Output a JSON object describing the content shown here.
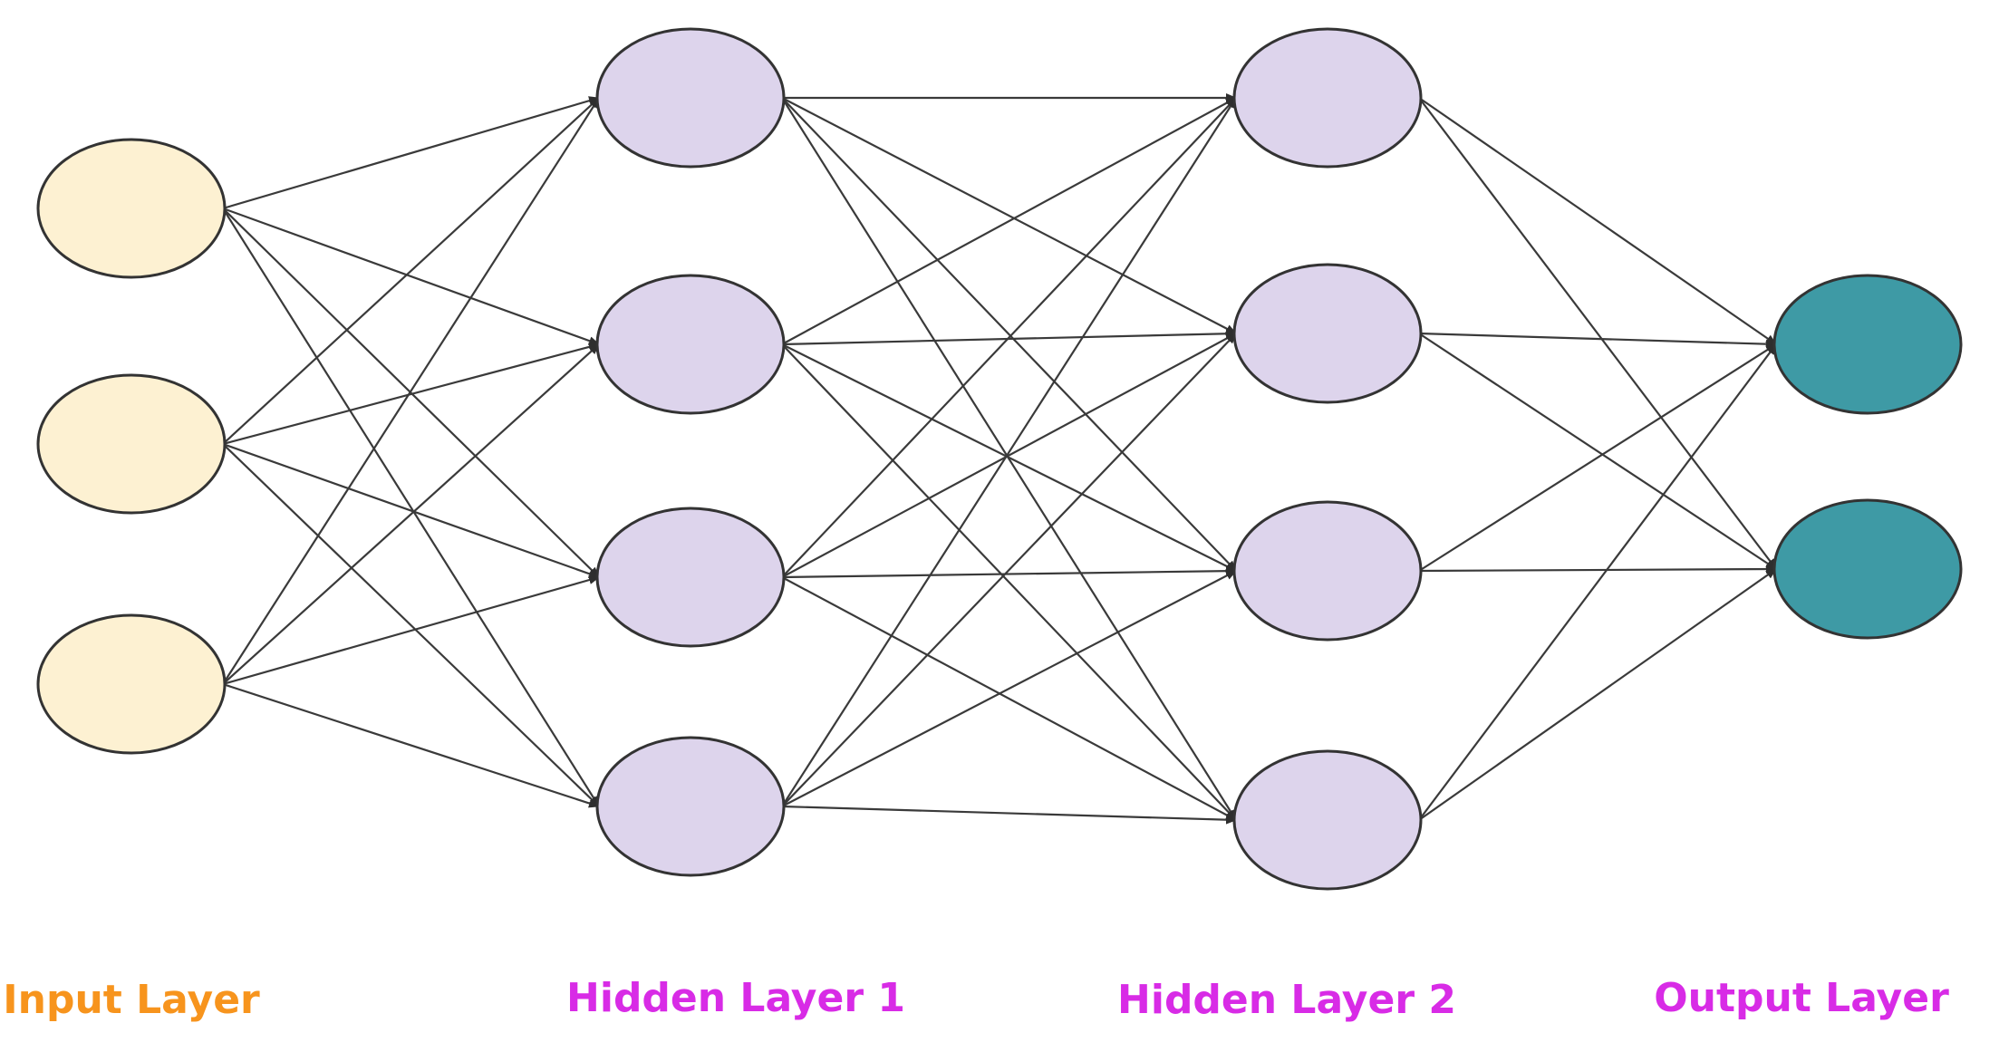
{
  "network": {
    "layers": [
      {
        "id": "input",
        "label": "Input Layer",
        "nodes": 3,
        "fill": "#fdf1d2",
        "label_color": "#f7941d"
      },
      {
        "id": "hidden1",
        "label": "Hidden Layer 1",
        "nodes": 4,
        "fill": "#ddd4ec",
        "label_color": "#d82be6"
      },
      {
        "id": "hidden2",
        "label": "Hidden Layer 2",
        "nodes": 4,
        "fill": "#ddd4ec",
        "label_color": "#d82be6"
      },
      {
        "id": "output",
        "label": "Output Layer",
        "nodes": 2,
        "fill": "#3e9aa5",
        "label_color": "#d82be6"
      }
    ],
    "connection": "fully-connected",
    "edge_color": "#3a3a3a",
    "node_stroke": "#333333"
  }
}
